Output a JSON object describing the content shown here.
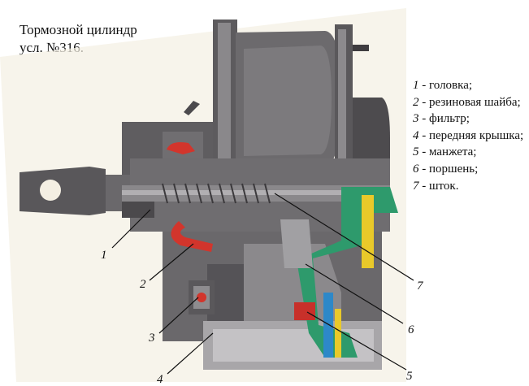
{
  "title": {
    "line1": "Тормозной цилиндр",
    "line2": "усл. №316."
  },
  "legend": [
    {
      "num": "1",
      "text": " - головка;"
    },
    {
      "num": "2",
      "text": " - резиновая шайба;"
    },
    {
      "num": "3",
      "text": " - фильтр;"
    },
    {
      "num": "4",
      "text": " - передняя крышка;"
    },
    {
      "num": "5",
      "text": " - манжета;"
    },
    {
      "num": "6",
      "text": " - поршень;"
    },
    {
      "num": "7",
      "text": " - шток."
    }
  ],
  "callouts": [
    "1",
    "2",
    "3",
    "4",
    "5",
    "6",
    "7"
  ],
  "colors": {
    "paper": "#f2ecdf",
    "metal_dark": "#4f4f52",
    "metal_mid": "#7d7c80",
    "metal_light": "#a9a8ab",
    "cylinder_body": "#6e6b6e",
    "gasket_red": "#d2352c",
    "cuff_red": "#c8302a",
    "cover_green": "#2e9a6c",
    "highlight_yellow": "#e9c92a",
    "highlight_blue": "#2d88c8"
  }
}
